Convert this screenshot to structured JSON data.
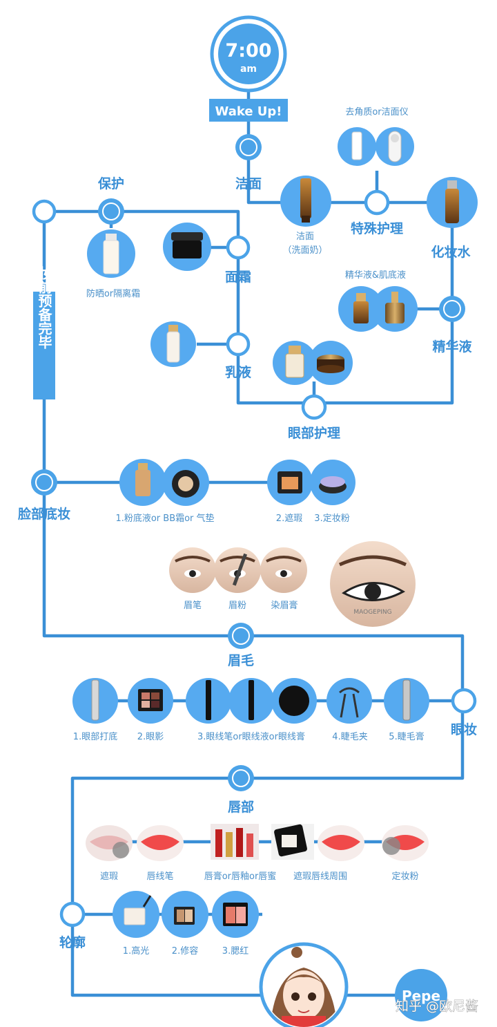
{
  "colors": {
    "line": "#3a8fd6",
    "node_fill": "#4ba3e8",
    "label": "#3a8fd6",
    "caption": "#4a90c9",
    "product_bg": "#56aaf0"
  },
  "clock": {
    "time": "7:00",
    "ampm": "am",
    "wake": "Wake Up!"
  },
  "steps": {
    "cleanse": "洁面",
    "special": "特殊护理",
    "toner": "化妆水",
    "essence": "精华液",
    "eye_care": "眼部护理",
    "lotion": "乳液",
    "cream": "面霜",
    "protect": "保护",
    "ready": "妆前预备完毕",
    "face_base": "脸部底妆",
    "brow": "眉毛",
    "eye_makeup": "眼妆",
    "lips": "唇部",
    "contour": "轮廓"
  },
  "captions": {
    "exfoliate": "去角质or洁面仪",
    "cleanser_1": "洁面",
    "cleanser_2": "（洗面奶）",
    "serum": "精华液&肌底液",
    "sunscreen": "防晒or隔离霜",
    "foundation": "1.粉底液or BB霜or 气垫",
    "concealer": "2.遮瑕",
    "setting_powder": "3.定妆粉",
    "brow_pencil": "眉笔",
    "brow_powder": "眉粉",
    "brow_dye": "染眉膏",
    "eye_primer": "1.眼部打底",
    "eyeshadow": "2.眼影",
    "eyeliner": "3.眼线笔or眼线液or眼线膏",
    "curler": "4.睫毛夹",
    "mascara": "5.睫毛膏",
    "lip_conceal": "遮瑕",
    "lip_liner": "唇线笔",
    "lipstick": "唇膏or唇釉or唇蜜",
    "lip_edge": "遮瑕唇线周围",
    "lip_set": "定妆粉",
    "highlight": "1.高光",
    "shading": "2.修容",
    "blush": "3.腮红"
  },
  "brand_text": "MAOGEPING",
  "badge_text": "Pepe",
  "watermark": "知乎 @欧尼酱",
  "icons": [
    "alarm-clock-icon",
    "tube-icon",
    "cleansing-device-icon",
    "cleanser-icon",
    "toner-bottle-icon",
    "dropper-bottle-icon",
    "eye-cream-jar-icon",
    "lotion-bottle-icon",
    "cream-jar-icon",
    "sunscreen-icon",
    "foundation-bottle-icon",
    "cushion-compact-icon",
    "concealer-palette-icon",
    "powder-jar-icon",
    "brow-eye-icon",
    "eye-closeup-icon",
    "mascara-wand-icon",
    "eyeshadow-palette-icon",
    "eyeliner-icon",
    "gel-liner-pot-icon",
    "eyelash-curler-icon",
    "lips-icon",
    "lipstick-icon",
    "compact-icon",
    "highlighter-brush-icon",
    "contour-brush-icon",
    "blush-compact-icon",
    "avatar-girl-icon"
  ]
}
